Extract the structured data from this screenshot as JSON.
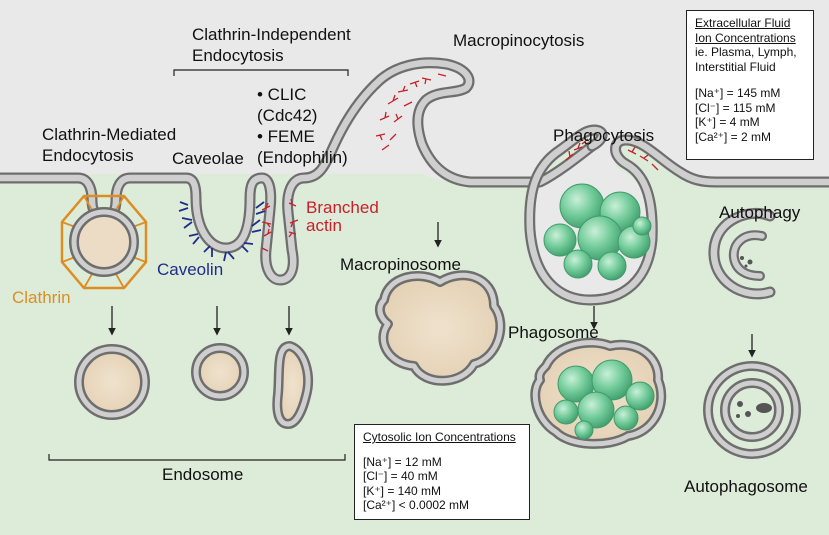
{
  "colors": {
    "extracellular": "#e9e9e9",
    "cytosol": "#ddebd9",
    "membrane_outer": "#6e6e6e",
    "membrane_fill": "#c4c4c4",
    "lumen": "#ecdcc5",
    "clathrin": "#dc8e22",
    "caveolin": "#1f2d8c",
    "actin": "#c8202a",
    "phagocytosed_particle": "#6ec997"
  },
  "labels": {
    "clathrin_mediated": "Clathrin-Mediated\nEndocytosis",
    "clathrin_independent": "Clathrin-Independent\nEndocytosis",
    "clic_feme": "• CLIC\n(Cdc42)\n• FEME\n(Endophilin)",
    "caveolae": "Caveolae",
    "macropinocytosis": "Macropinocytosis",
    "phagocytosis": "Phagocytosis",
    "branched_actin": "Branched\nactin",
    "clathrin": "Clathrin",
    "caveolin": "Caveolin",
    "macropinosome": "Macropinosome",
    "autophagy": "Autophagy",
    "phagosome": "Phagosome",
    "endosome": "Endosome",
    "autophagosome": "Autophagosome"
  },
  "extracellular_box": {
    "title": "Extracellular Fluid\nIon Concentrations",
    "subtitle": "ie. Plasma, Lymph,\nInterstitial Fluid",
    "rows": [
      "[Na⁺] = 145 mM",
      "[Cl⁻] = 115 mM",
      "[K⁺] = 4 mM",
      "[Ca²⁺] = 2 mM"
    ]
  },
  "cytosolic_box": {
    "title": "Cytosolic Ion Concentrations",
    "rows": [
      "[Na⁺] = 12 mM",
      "[Cl⁻] = 40 mM",
      "[K⁺] = 140 mM",
      "[Ca²⁺] < 0.0002 mM"
    ]
  }
}
